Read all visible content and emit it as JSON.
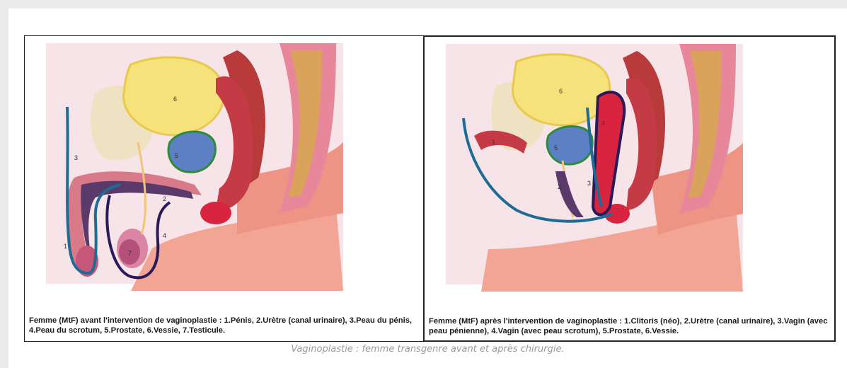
{
  "left_panel": {
    "caption": "Femme (MtF) avant l'intervention de vaginoplastie : 1.Pénis, 2.Urètre (canal urinaire), 3.Peau du pénis, 4.Peau du scrotum, 5.Prostate, 6.Vessie, 7.Testicule.",
    "markers": [
      "1",
      "2",
      "3",
      "4",
      "5",
      "6",
      "7"
    ]
  },
  "right_panel": {
    "caption": "Femme (MtF) après l'intervention de vaginoplastie : 1.Clitoris (néo), 2.Urètre (canal urinaire), 3.Vagin (avec peau pénienne), 4.Vagin (avec peau scrotum), 5.Prostate, 6.Vessie.",
    "markers": [
      "1",
      "2",
      "3",
      "4",
      "5",
      "6"
    ]
  },
  "figure_caption": "Vaginoplastie : femme transgenre avant et après chirurgie.",
  "colors": {
    "bladder": "#f6e27a",
    "prostate": "#5d7fc4",
    "muscle": "#c43a45",
    "skin": "#f1a090",
    "tissue_pink": "#f5d4dc",
    "outline_blue": "#1f6b93",
    "outline_navy": "#2a1a5a",
    "outline_green": "#2e8b3a"
  }
}
